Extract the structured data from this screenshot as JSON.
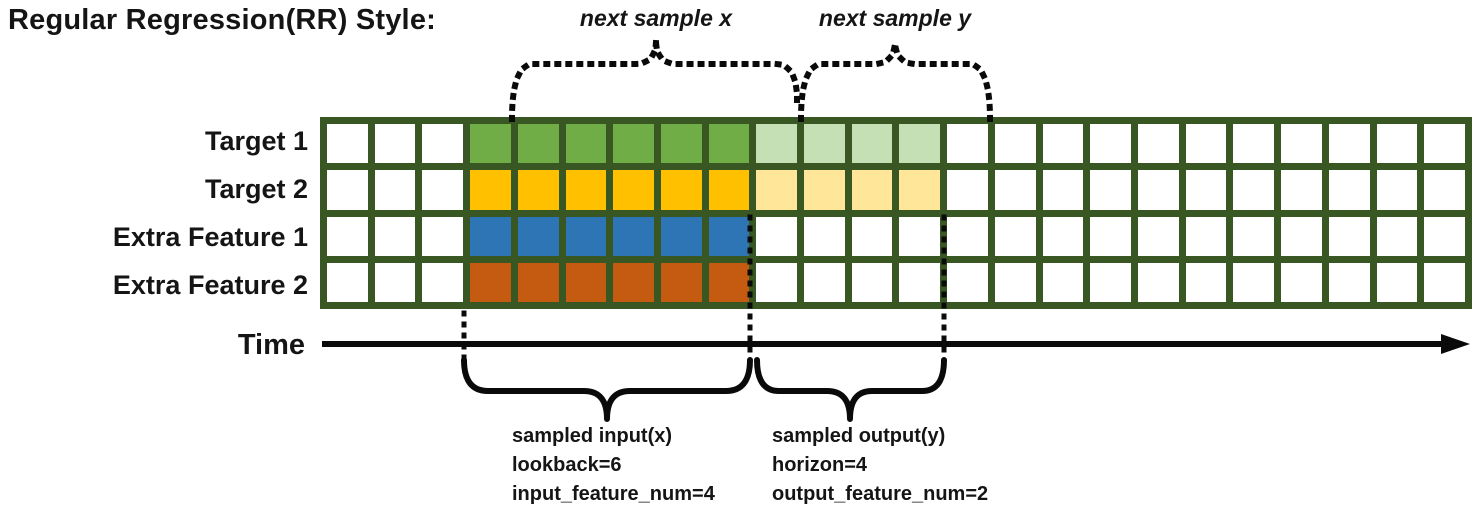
{
  "title": "Regular Regression(RR) Style:",
  "braces_top": [
    {
      "label": "next sample x"
    },
    {
      "label": "next sample y"
    }
  ],
  "grid": {
    "columns": 24,
    "border_color": "#385723",
    "empty_color": "#FFFFFF",
    "lookback_columns": {
      "start": 4,
      "end": 9
    },
    "horizon_columns": {
      "start": 10,
      "end": 13
    },
    "rows": [
      {
        "label": "Target 1",
        "lookback_color": "#70AD47",
        "horizon_color": "#C5E0B4"
      },
      {
        "label": "Target 2",
        "lookback_color": "#FFC000",
        "horizon_color": "#FFE699"
      },
      {
        "label": "Extra Feature 1",
        "lookback_color": "#2E75B6",
        "horizon_color": null
      },
      {
        "label": "Extra Feature 2",
        "lookback_color": "#C55A11",
        "horizon_color": null
      }
    ]
  },
  "time_axis": {
    "label": "Time"
  },
  "annotations": [
    {
      "lines": [
        "sampled input(x)",
        "lookback=6",
        "input_feature_num=4"
      ]
    },
    {
      "lines": [
        "sampled output(y)",
        "horizon=4",
        "output_feature_num=2"
      ]
    }
  ]
}
